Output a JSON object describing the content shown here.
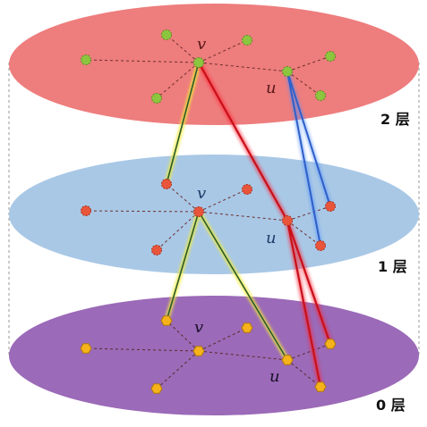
{
  "layers": [
    {
      "id": "2",
      "label": "2 层",
      "node_label_v": "v",
      "node_label_u": "u",
      "fill": "#ee7d7d",
      "node_color": "#8cc63f"
    },
    {
      "id": "1",
      "label": "1 层",
      "node_label_v": "v",
      "node_label_u": "u",
      "fill": "#a9c8e6",
      "node_color": "#e8553a"
    },
    {
      "id": "0",
      "label": "0 层",
      "node_label_v": "v",
      "node_label_u": "u",
      "fill": "#9b6ab8",
      "node_color": "#f6b21b"
    }
  ],
  "colors": {
    "path_yellow": "#e8e33a",
    "path_red": "#e0101a",
    "path_blue": "#3a6fd8",
    "edge_dashed": "#7a2c2c",
    "outline": "#888888"
  }
}
